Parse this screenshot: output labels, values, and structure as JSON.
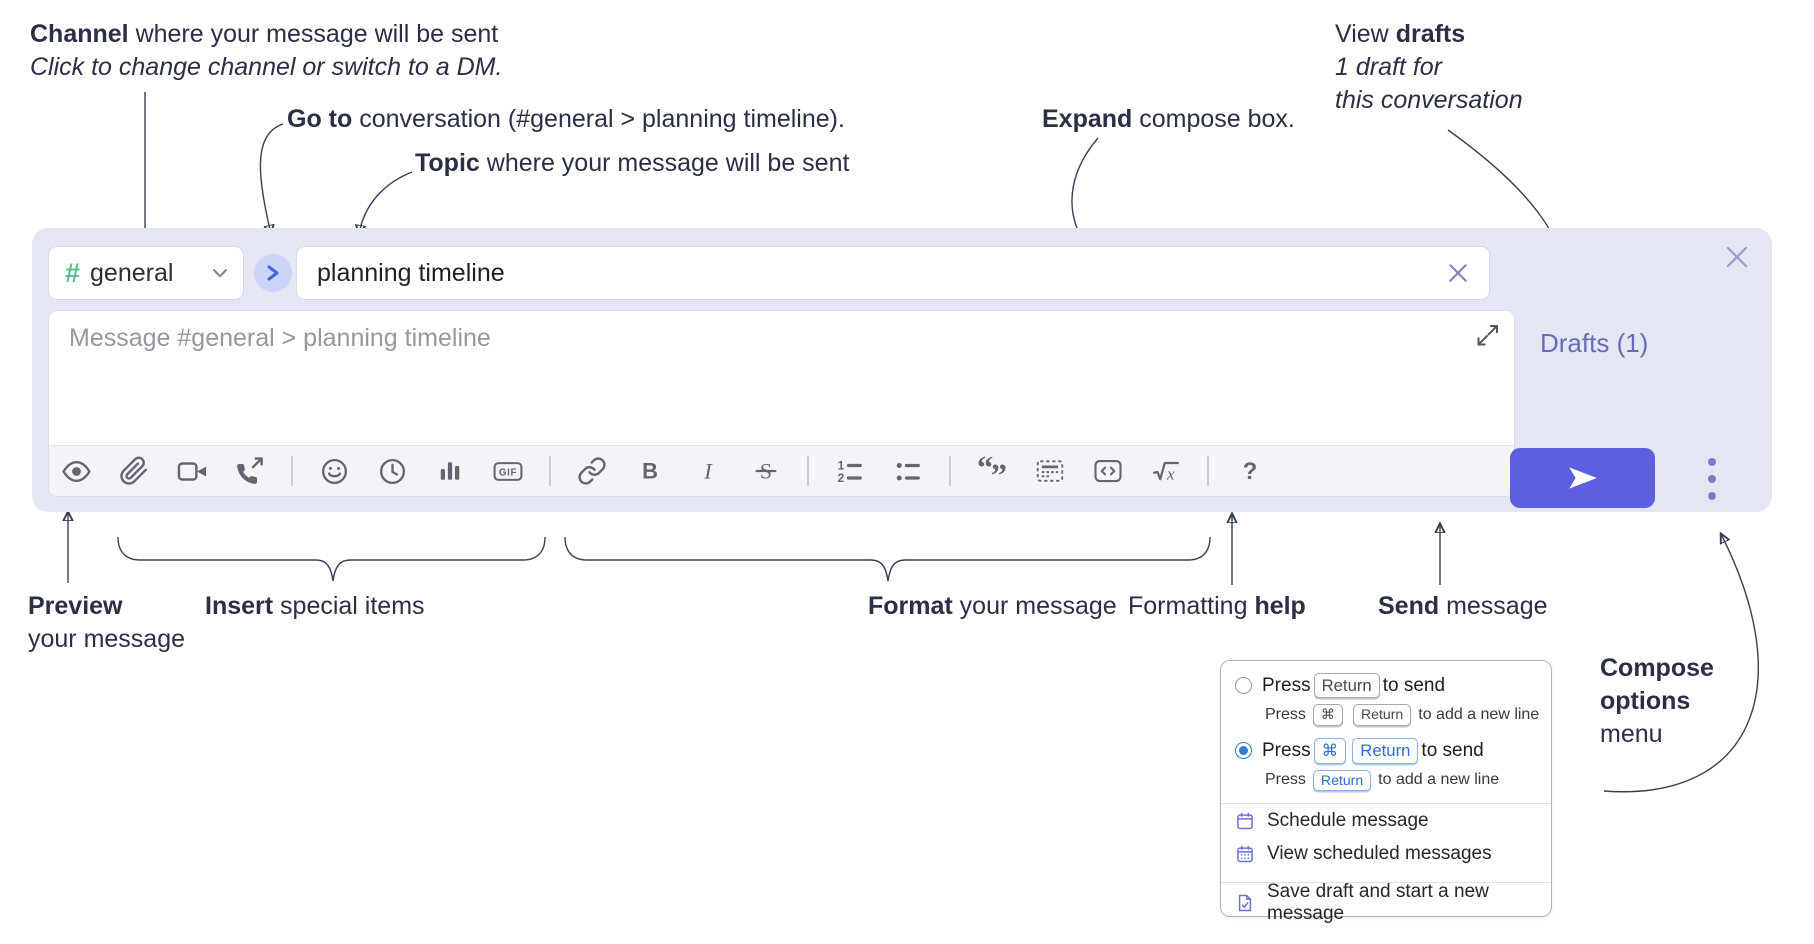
{
  "annotations": {
    "channel": {
      "bold": "Channel",
      "rest": " where your message will be sent",
      "line2": "Click to change channel or switch to a DM."
    },
    "goto": {
      "bold": "Go to",
      "rest": " conversation (#general > planning timeline)."
    },
    "topic": {
      "bold": "Topic",
      "rest": " where your message will be sent"
    },
    "expand": {
      "bold": "Expand",
      "rest": " compose box."
    },
    "drafts": {
      "pre": "View ",
      "bold": "drafts",
      "line2": "1 draft for",
      "line3": "this conversation"
    },
    "preview": {
      "bold": "Preview",
      "line2": "your message"
    },
    "insert": {
      "bold": "Insert",
      "rest": " special items"
    },
    "format": {
      "bold": "Format",
      "rest": " your message"
    },
    "help": {
      "pre": "Formatting ",
      "bold": "help"
    },
    "send": {
      "bold": "Send",
      "rest": " message"
    },
    "compose_options": {
      "line1": "Compose",
      "line2": "options",
      "line3": "menu"
    }
  },
  "compose": {
    "channel": {
      "hash": "#",
      "name": "general"
    },
    "topic_value": "planning timeline",
    "message_placeholder": "Message #general > planning timeline",
    "drafts_link": "Drafts (1)",
    "toolbar_glyphs": {
      "gif": "GIF",
      "bold": "B",
      "italic": "I",
      "strike": "S",
      "ol1": "1",
      "ol2": "2",
      "quote_open": "“",
      "quote_close": "”",
      "math_x": "x",
      "help": "?"
    }
  },
  "menu": {
    "send_options": [
      {
        "press": "Press",
        "key1": "Return",
        "suffix": "to send",
        "sub": {
          "press": "Press",
          "key1": "⌘",
          "key2": "Return",
          "suffix": "to add a new line"
        }
      },
      {
        "press": "Press",
        "key1": "⌘",
        "key2": "Return",
        "suffix": "to send",
        "sub": {
          "press": "Press",
          "key1": "Return",
          "suffix": "to add a new line"
        }
      }
    ],
    "items": [
      "Schedule message",
      "View scheduled messages",
      "Save draft and start a new message"
    ]
  },
  "colors": {
    "accent_indigo": "#5c5fe0",
    "compose_lavender": "#e4e6f3",
    "link_purple": "#676cb5",
    "hash_green": "#5cbf8b",
    "key_blue": "#2f7bdb",
    "annotation_ink": "#2b2f45",
    "icon_gray": "#64666f"
  }
}
